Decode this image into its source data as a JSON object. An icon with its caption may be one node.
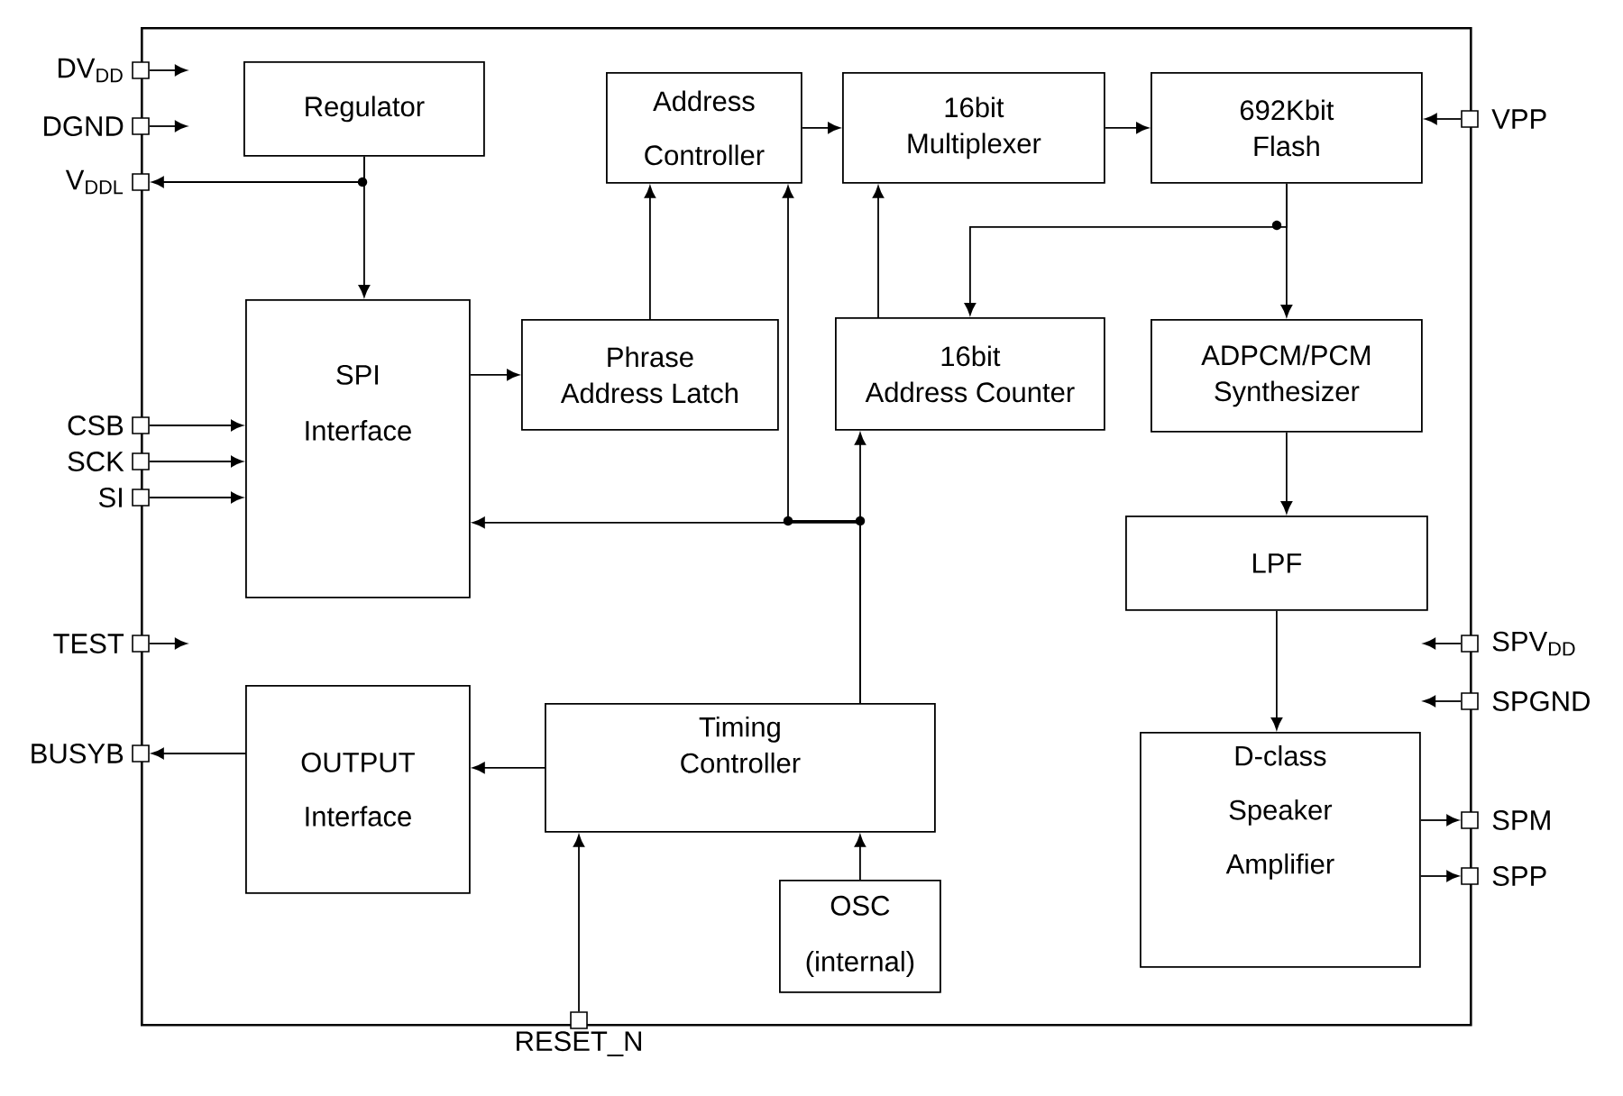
{
  "diagram": {
    "nodes": [
      {
        "text": [],
        "shape": "box"
      },
      {
        "text": [
          "Regulator"
        ],
        "in": 0
      },
      {
        "text": [
          "Address Controller"
        ],
        "in": 0
      },
      {
        "text": [
          "16bit Multiplexer"
        ],
        "in": 0
      },
      {
        "text": [
          "692Kbit Flash"
        ],
        "in": 0
      },
      {
        "text": [
          "SPI Interface"
        ],
        "in": 0
      },
      {
        "text": [
          "Phrase Address Latch"
        ],
        "in": 0
      },
      {
        "text": [
          "16bit Address Counter"
        ],
        "in": 0
      },
      {
        "text": [
          "ADPCM/PCM Synthesizer"
        ],
        "in": 0
      },
      {
        "text": [
          "LPF"
        ],
        "in": 0
      },
      {
        "text": [
          "OUTPUT Interface"
        ],
        "in": 0
      },
      {
        "text": [
          "Timing Controller"
        ],
        "in": 0
      },
      {
        "text": [
          "D-class Speaker Amplifier"
        ],
        "in": 0
      },
      {
        "text": [
          "OSC (internal)"
        ],
        "in": 0
      },
      {
        "text": [],
        "shape": "box",
        "beside": [
          "DV$_{DD}$"
        ]
      },
      {
        "text": [],
        "shape": "box",
        "beside": [
          "DGND"
        ]
      },
      {
        "text": [],
        "shape": "box",
        "beside": [
          "V$_{DDL}$"
        ]
      },
      {
        "text": [],
        "shape": "box",
        "beside": [
          "CSB"
        ]
      },
      {
        "text": [],
        "shape": "box",
        "beside": [
          "SCK"
        ]
      },
      {
        "text": [],
        "shape": "box",
        "beside": [
          "SI"
        ]
      },
      {
        "text": [],
        "shape": "box",
        "beside": [
          "TEST"
        ]
      },
      {
        "text": [],
        "shape": "box",
        "beside": [
          "BUSYB"
        ]
      },
      {
        "text": [],
        "shape": "box",
        "beside": [
          "VPP"
        ]
      },
      {
        "text": [],
        "shape": "box",
        "beside": [
          "SPV$_{DD}$"
        ]
      },
      {
        "text": [],
        "shape": "box",
        "beside": [
          "SPGND"
        ]
      },
      {
        "text": [],
        "shape": "box",
        "beside": [
          "SPM"
        ]
      },
      {
        "text": [],
        "shape": "box",
        "beside": [
          "SPP"
        ]
      },
      {
        "text": [],
        "shape": "box",
        "beside": [
          "RESET_N"
        ]
      }
    ],
    "edges": [
      {
        "from": 14,
        "to": null,
        "arrow": "to"
      },
      {
        "from": 15,
        "to": null,
        "arrow": "to"
      },
      {
        "from": 1,
        "to": 16,
        "arrow": "to"
      },
      {
        "from": 1,
        "to": 5,
        "arrow": "to"
      },
      {
        "from": 17,
        "to": 5,
        "arrow": "to"
      },
      {
        "from": 18,
        "to": 5,
        "arrow": "to"
      },
      {
        "from": 19,
        "to": 5,
        "arrow": "to"
      },
      {
        "from": 20,
        "to": null,
        "arrow": "to"
      },
      {
        "from": 10,
        "to": 21,
        "arrow": "to"
      },
      {
        "from": 22,
        "to": 4,
        "arrow": "to"
      },
      {
        "from": 23,
        "to": null,
        "arrow": "to"
      },
      {
        "from": 24,
        "to": null,
        "arrow": "to"
      },
      {
        "from": 12,
        "to": 25,
        "arrow": "to"
      },
      {
        "from": 12,
        "to": 26,
        "arrow": "to"
      },
      {
        "from": 27,
        "to": 11,
        "arrow": "to"
      },
      {
        "from": 5,
        "to": 6,
        "arrow": "to"
      },
      {
        "from": 6,
        "to": 2,
        "arrow": "to"
      },
      {
        "from": 2,
        "to": 3,
        "arrow": "to"
      },
      {
        "from": 3,
        "to": 4,
        "arrow": "to"
      },
      {
        "from": 4,
        "to": 7,
        "arrow": "to"
      },
      {
        "from": 4,
        "to": 8,
        "arrow": "to"
      },
      {
        "from": 7,
        "to": 3,
        "arrow": "to"
      },
      {
        "from": 11,
        "to": 7,
        "arrow": "to"
      },
      {
        "from": 11,
        "to": 5,
        "arrow": "to"
      },
      {
        "from": 11,
        "to": 2,
        "arrow": "to"
      },
      {
        "from": 8,
        "to": 9,
        "arrow": "to"
      },
      {
        "from": 9,
        "to": 12,
        "arrow": "to"
      },
      {
        "from": 11,
        "to": 10,
        "arrow": "to"
      },
      {
        "from": 13,
        "to": 11,
        "arrow": "to"
      }
    ]
  }
}
